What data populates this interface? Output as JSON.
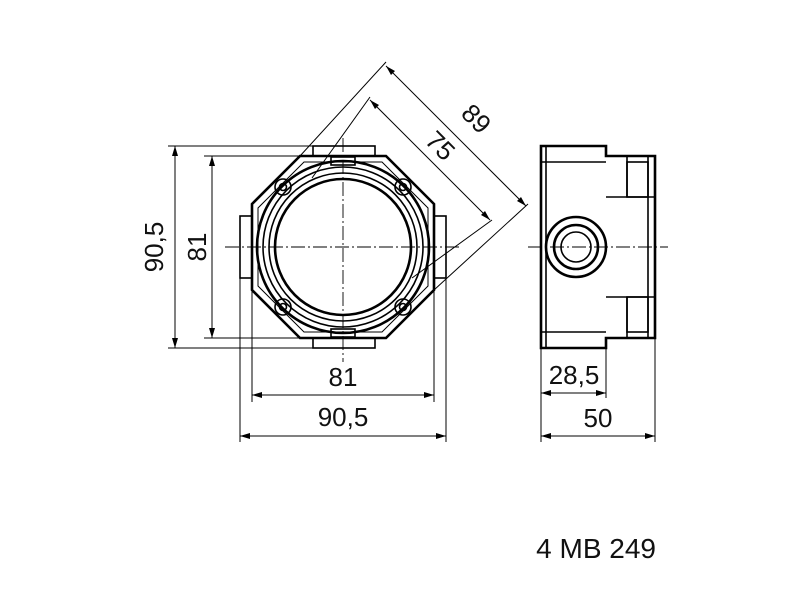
{
  "drawing": {
    "front_view": {
      "height_outer": "90,5",
      "height_inner": "81",
      "width_inner": "81",
      "width_outer": "90,5",
      "diagonal_outer": "89",
      "diagonal_inner": "75"
    },
    "side_view": {
      "depth_partial": "28,5",
      "depth_total": "50"
    },
    "product_code": "4 MB 249"
  }
}
